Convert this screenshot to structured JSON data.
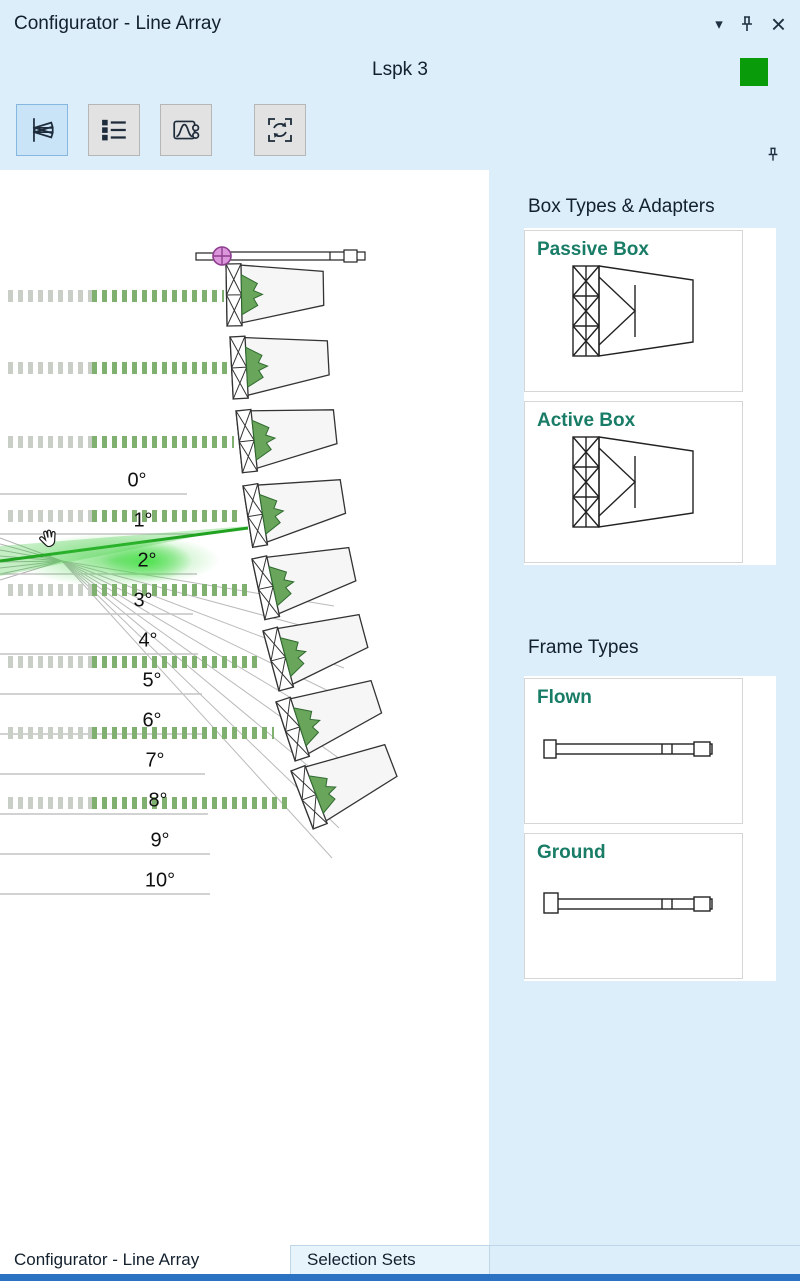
{
  "window": {
    "title": "Configurator - Line Array",
    "subtitle": "Lspk 3"
  },
  "icons": {
    "chevron_down": "▾",
    "close": "×"
  },
  "toolbar": {
    "buttons": [
      {
        "name": "line-array-view",
        "selected": true
      },
      {
        "name": "list-view",
        "selected": false
      },
      {
        "name": "response-curve",
        "selected": false
      },
      {
        "name": "sync-link",
        "selected": false
      }
    ]
  },
  "canvas": {
    "angle_labels": [
      "0°",
      "1°",
      "2°",
      "3°",
      "4°",
      "5°",
      "6°",
      "7°",
      "8°",
      "9°",
      "10°"
    ],
    "selected_angle": "2°",
    "speaker_count": 8
  },
  "panel": {
    "box_heading": "Box Types & Adapters",
    "boxes": [
      {
        "label": "Passive Box"
      },
      {
        "label": "Active Box"
      }
    ],
    "frame_heading": "Frame Types",
    "frames": [
      {
        "label": "Flown"
      },
      {
        "label": "Ground"
      }
    ]
  },
  "tabs": [
    {
      "label": "Configurator - Line Array",
      "active": true
    },
    {
      "label": "Selection Sets",
      "active": false
    }
  ],
  "colors": {
    "status_green": "#0a9b0a",
    "card_label_teal": "#187c66",
    "beam_green": "#7fb06f",
    "highlight_green": "#2fb92f",
    "pivot_magenta": "#dc96dc",
    "bottom_strip_blue": "#2b72c3"
  }
}
